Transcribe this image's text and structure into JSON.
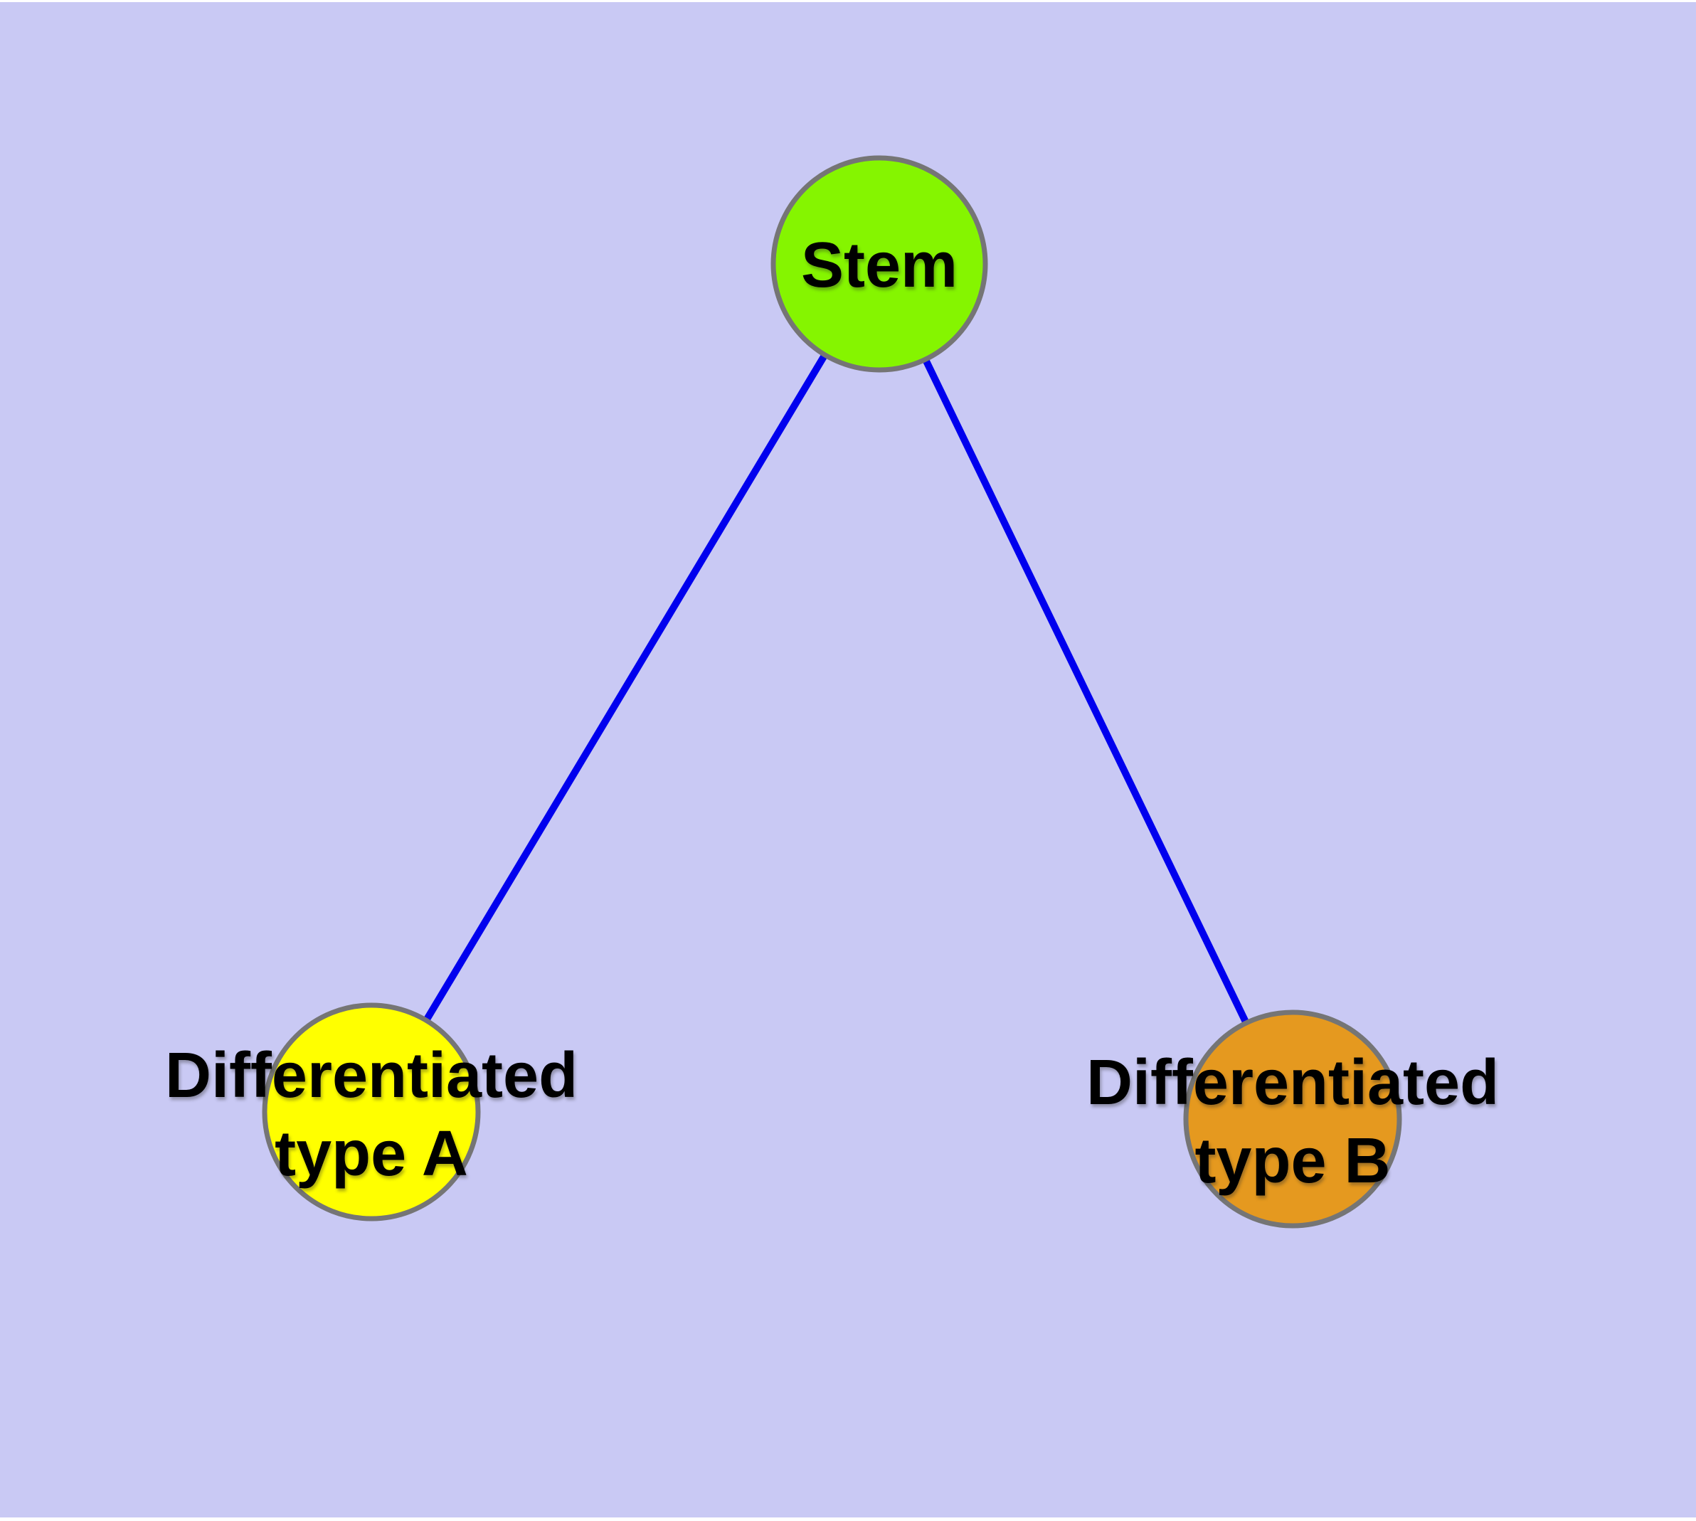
{
  "diagram": {
    "background_color": "#c9c9f4",
    "edge_color": "#0000ee",
    "node_border_color": "#757575",
    "label_color": "#000000",
    "nodes": {
      "stem": {
        "label": "Stem",
        "fill_color": "#85f500"
      },
      "type_a": {
        "label_line1": "Differentiated",
        "label_line2": "type A",
        "fill_color": "#ffff00"
      },
      "type_b": {
        "label_line1": "Differentiated",
        "label_line2": "type B",
        "fill_color": "#e5991f"
      }
    },
    "edges": [
      {
        "from": "Stem",
        "to": "Differentiated type A"
      },
      {
        "from": "Stem",
        "to": "Differentiated type B"
      }
    ]
  }
}
